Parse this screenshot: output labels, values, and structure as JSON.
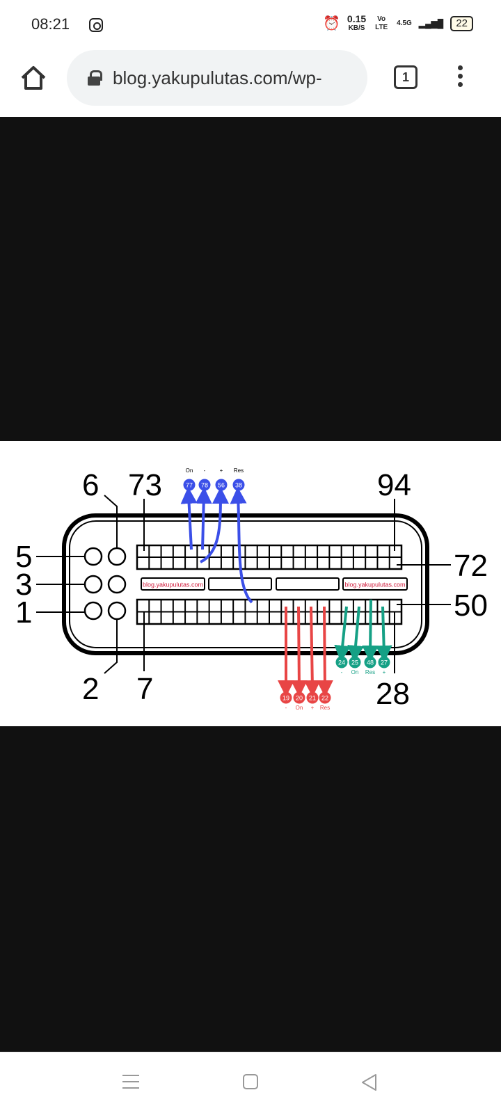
{
  "status_bar": {
    "time": "08:21",
    "speed_value": "0.15",
    "speed_unit": "KB/S",
    "volte": "Vo LTE",
    "network": "4.5G",
    "battery": "22"
  },
  "browser": {
    "url": "blog.yakupulutas.com/wp-",
    "tab_count": "1"
  },
  "diagram": {
    "pin_numbers": {
      "p6": "6",
      "p73": "73",
      "p94": "94",
      "p5": "5",
      "p3": "3",
      "p1": "1",
      "p72": "72",
      "p50": "50",
      "p2": "2",
      "p7": "7",
      "p28": "28"
    },
    "watermark": "blog.yakupulutas.com",
    "blue": {
      "pins": [
        "77",
        "78",
        "56",
        "38"
      ],
      "labels": [
        "On",
        "-",
        "+",
        "Res"
      ],
      "color": "#3b4fe8"
    },
    "red": {
      "pins": [
        "19",
        "20",
        "21",
        "22"
      ],
      "labels": [
        "-",
        "On",
        "+",
        "Res"
      ],
      "color": "#e84545"
    },
    "green": {
      "pins": [
        "24",
        "25",
        "48",
        "27"
      ],
      "labels": [
        "-",
        "On",
        "Res",
        "+"
      ],
      "color": "#15a085"
    }
  }
}
